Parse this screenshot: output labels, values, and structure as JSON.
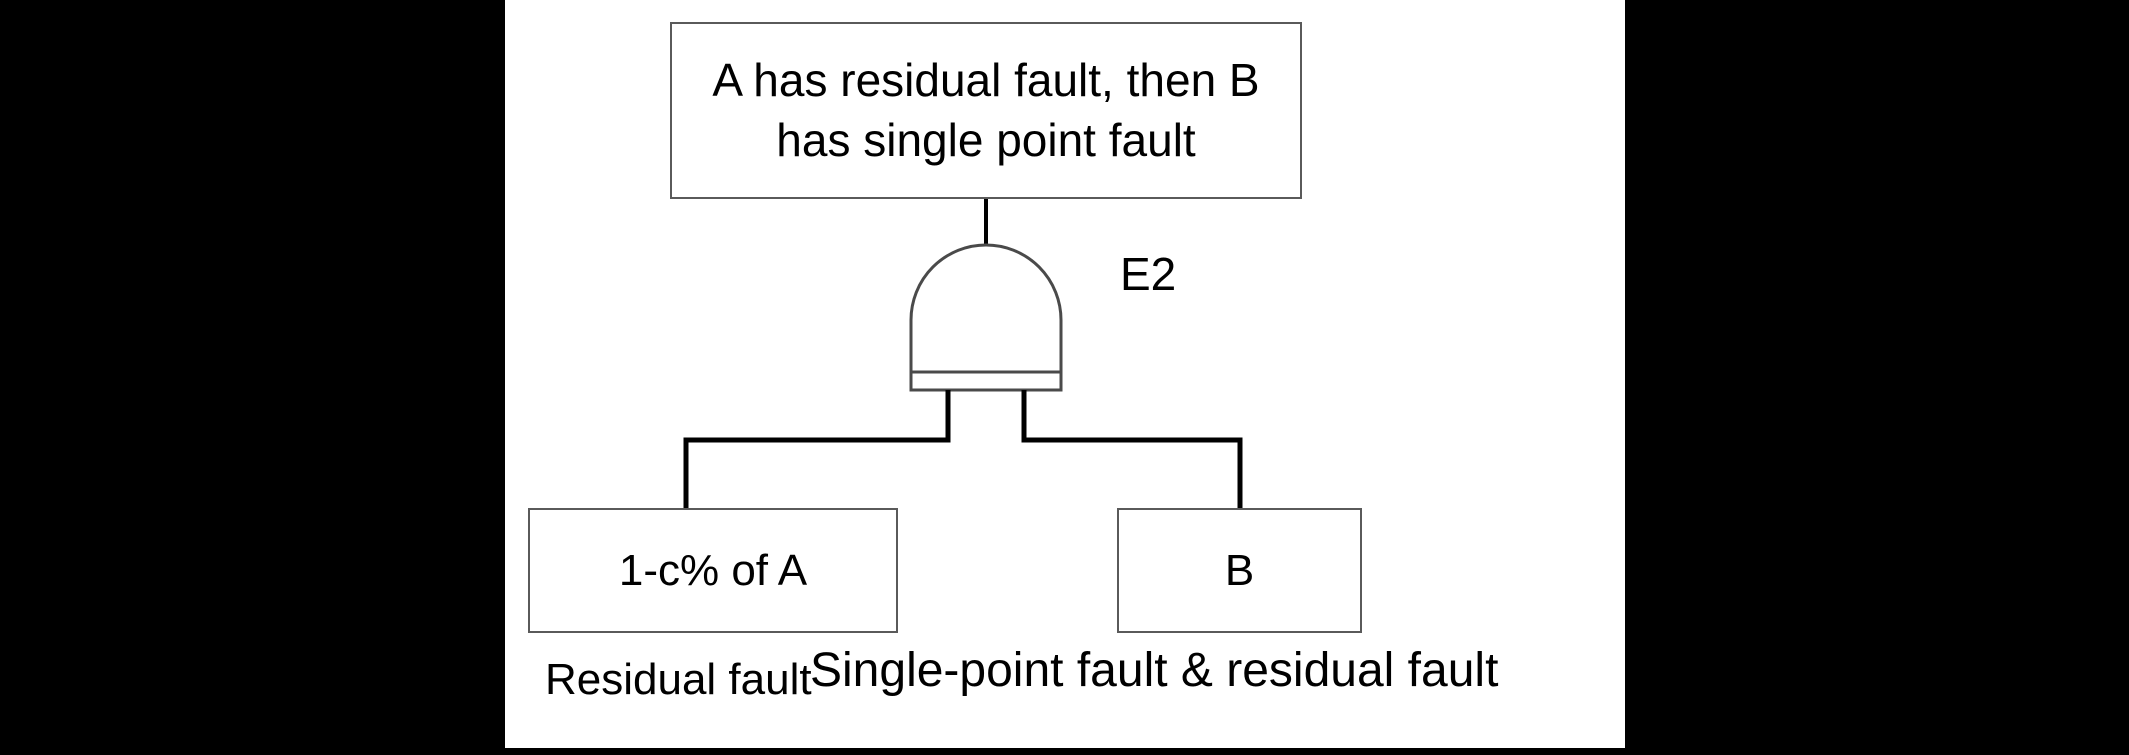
{
  "figure": {
    "type": "fault-tree-diagram",
    "background_color": "#000000",
    "page_color": "#ffffff",
    "line_color": "#000000",
    "box_border_color": "#5a5a5a",
    "gate": {
      "name": "and-gate",
      "label": "E2"
    },
    "nodes": {
      "top_event": "A has residual fault, then B\nhas single point fault",
      "basic_event_left": "1-c% of A",
      "basic_event_right": "B"
    },
    "captions": {
      "left": "Residual fault",
      "right": "Single-point fault & residual fault"
    }
  }
}
